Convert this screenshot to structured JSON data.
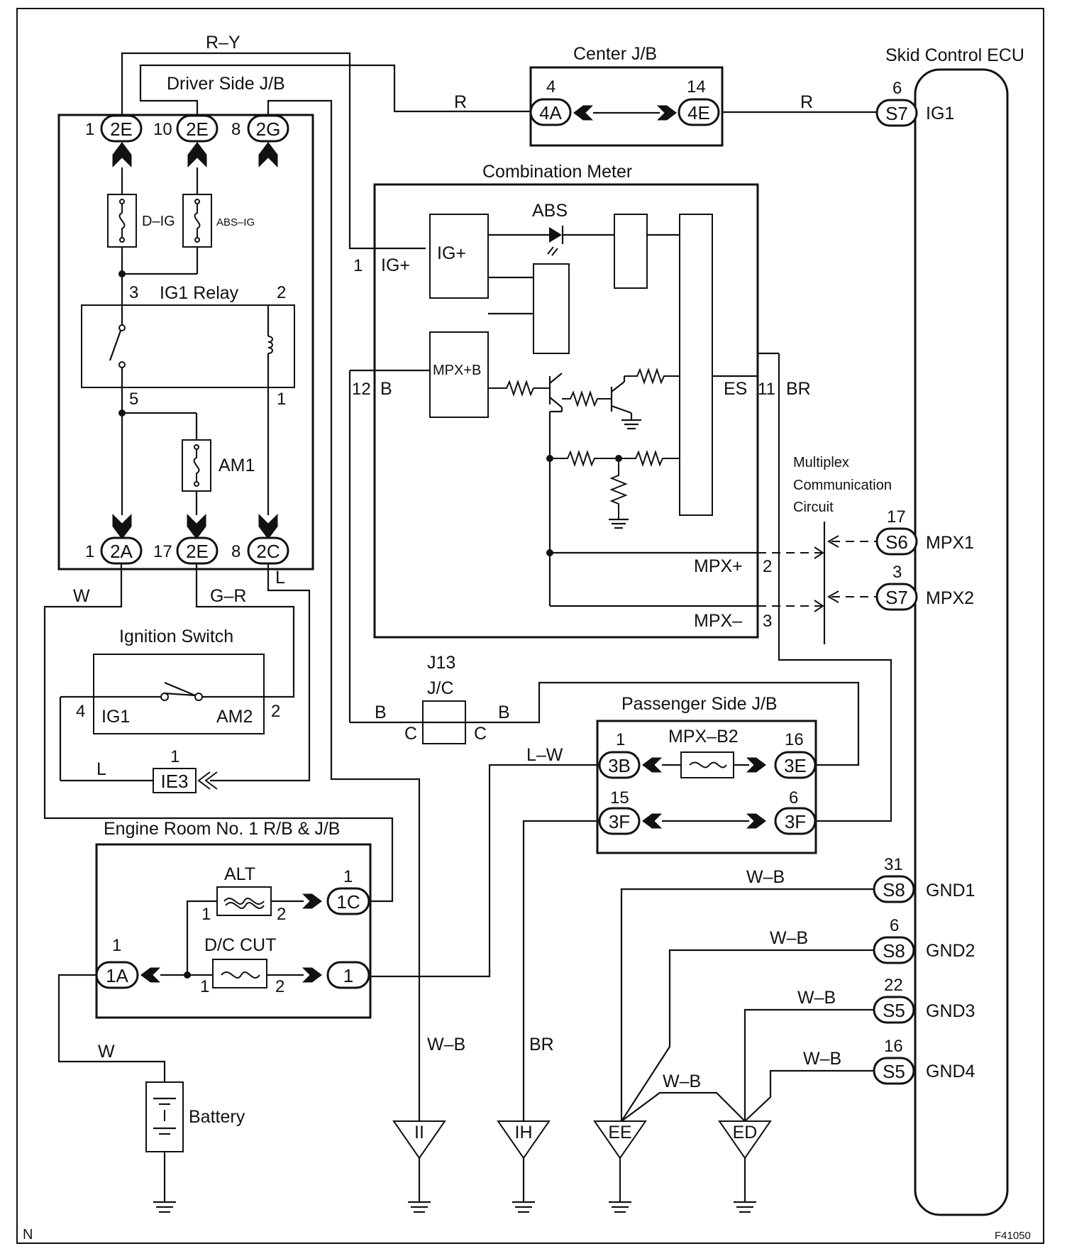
{
  "blocks": {
    "driver_jb": "Driver Side J/B",
    "center_jb": "Center J/B",
    "skid_ecu": "Skid Control ECU",
    "combo_meter": "Combination Meter",
    "ign_switch": "Ignition Switch",
    "jc_id": "J13",
    "jc": "J/C",
    "passenger_jb": "Passenger Side J/B",
    "engine_room": "Engine Room No. 1 R/B & J/B",
    "battery": "Battery",
    "mpx_circuit_1": "Multiplex",
    "mpx_circuit_2": "Communication",
    "mpx_circuit_3": "Circuit"
  },
  "components": {
    "d_ig": "D–IG",
    "abs_ig": "ABS–IG",
    "ig1_relay": "IG1 Relay",
    "am1": "AM1",
    "alt": "ALT",
    "dc_cut": "D/C CUT",
    "mpx_b2": "MPX–B2",
    "abs_lamp": "ABS",
    "ig_plus_block": "IG+",
    "mpx_b_block": "MPX+B"
  },
  "connectors": {
    "dj_top1": {
      "pin": "1",
      "code": "2E"
    },
    "dj_top2": {
      "pin": "10",
      "code": "2E"
    },
    "dj_top3": {
      "pin": "8",
      "code": "2G"
    },
    "dj_bot1": {
      "pin": "1",
      "code": "2A"
    },
    "dj_bot2": {
      "pin": "17",
      "code": "2E"
    },
    "dj_bot3": {
      "pin": "8",
      "code": "2C"
    },
    "cj_left": {
      "pin": "4",
      "code": "4A"
    },
    "cj_right": {
      "pin": "14",
      "code": "4E"
    },
    "ecu_ig1": {
      "pin": "6",
      "code": "S7",
      "name": "IG1"
    },
    "ecu_mpx1": {
      "pin": "17",
      "code": "S6",
      "name": "MPX1"
    },
    "ecu_mpx2": {
      "pin": "3",
      "code": "S7",
      "name": "MPX2"
    },
    "ecu_gnd1": {
      "pin": "31",
      "code": "S8",
      "name": "GND1"
    },
    "ecu_gnd2": {
      "pin": "6",
      "code": "S8",
      "name": "GND2"
    },
    "ecu_gnd3": {
      "pin": "22",
      "code": "S5",
      "name": "GND3"
    },
    "ecu_gnd4": {
      "pin": "16",
      "code": "S5",
      "name": "GND4"
    },
    "pj_3b": {
      "pin": "1",
      "code": "3B"
    },
    "pj_3e": {
      "pin": "16",
      "code": "3E"
    },
    "pj_3f_l": {
      "pin": "15",
      "code": "3F"
    },
    "pj_3f_r": {
      "pin": "6",
      "code": "3F"
    },
    "er_1c": {
      "pin": "1",
      "code": "1C"
    },
    "er_1a": {
      "pin": "1",
      "code": "1A"
    },
    "er_1": {
      "code": "1"
    },
    "ie3": {
      "pin": "1",
      "code": "IE3"
    }
  },
  "pins": {
    "relay_3": "3",
    "relay_2": "2",
    "relay_5": "5",
    "relay_1": "1",
    "meter_ig": "1",
    "meter_ig_name": "IG+",
    "meter_b": "12",
    "meter_b_name": "B",
    "meter_es": "ES",
    "meter_br_pin": "11",
    "meter_br": "BR",
    "meter_mpxp": "MPX+",
    "meter_mpxp_pin": "2",
    "meter_mpxm": "MPX–",
    "meter_mpxm_pin": "3",
    "sw_ig1": "IG1",
    "sw_ig1_pin": "4",
    "sw_am2": "AM2",
    "sw_am2_pin": "2",
    "jc_c_left": "C",
    "jc_c_right": "C",
    "alt_1": "1",
    "alt_2": "2",
    "dc_1": "1",
    "dc_2": "2"
  },
  "wires": {
    "r_y": "R–Y",
    "r_left": "R",
    "r_right": "R",
    "w_top": "W",
    "g_r": "G–R",
    "l_top": "L",
    "l_ie3": "L",
    "b_left": "B",
    "b_right": "B",
    "l_w": "L–W",
    "w_batt": "W",
    "w_b_ii": "W–B",
    "br_ih": "BR",
    "w_b_gnd1": "W–B",
    "w_b_gnd2": "W–B",
    "w_b_gnd3": "W–B",
    "w_b_gnd4": "W–B",
    "w_b_ee_ed": "W–B"
  },
  "grounds": {
    "ii": "II",
    "ih": "IH",
    "ee": "EE",
    "ed": "ED"
  },
  "footer": {
    "left": "N",
    "right": "F41050"
  }
}
